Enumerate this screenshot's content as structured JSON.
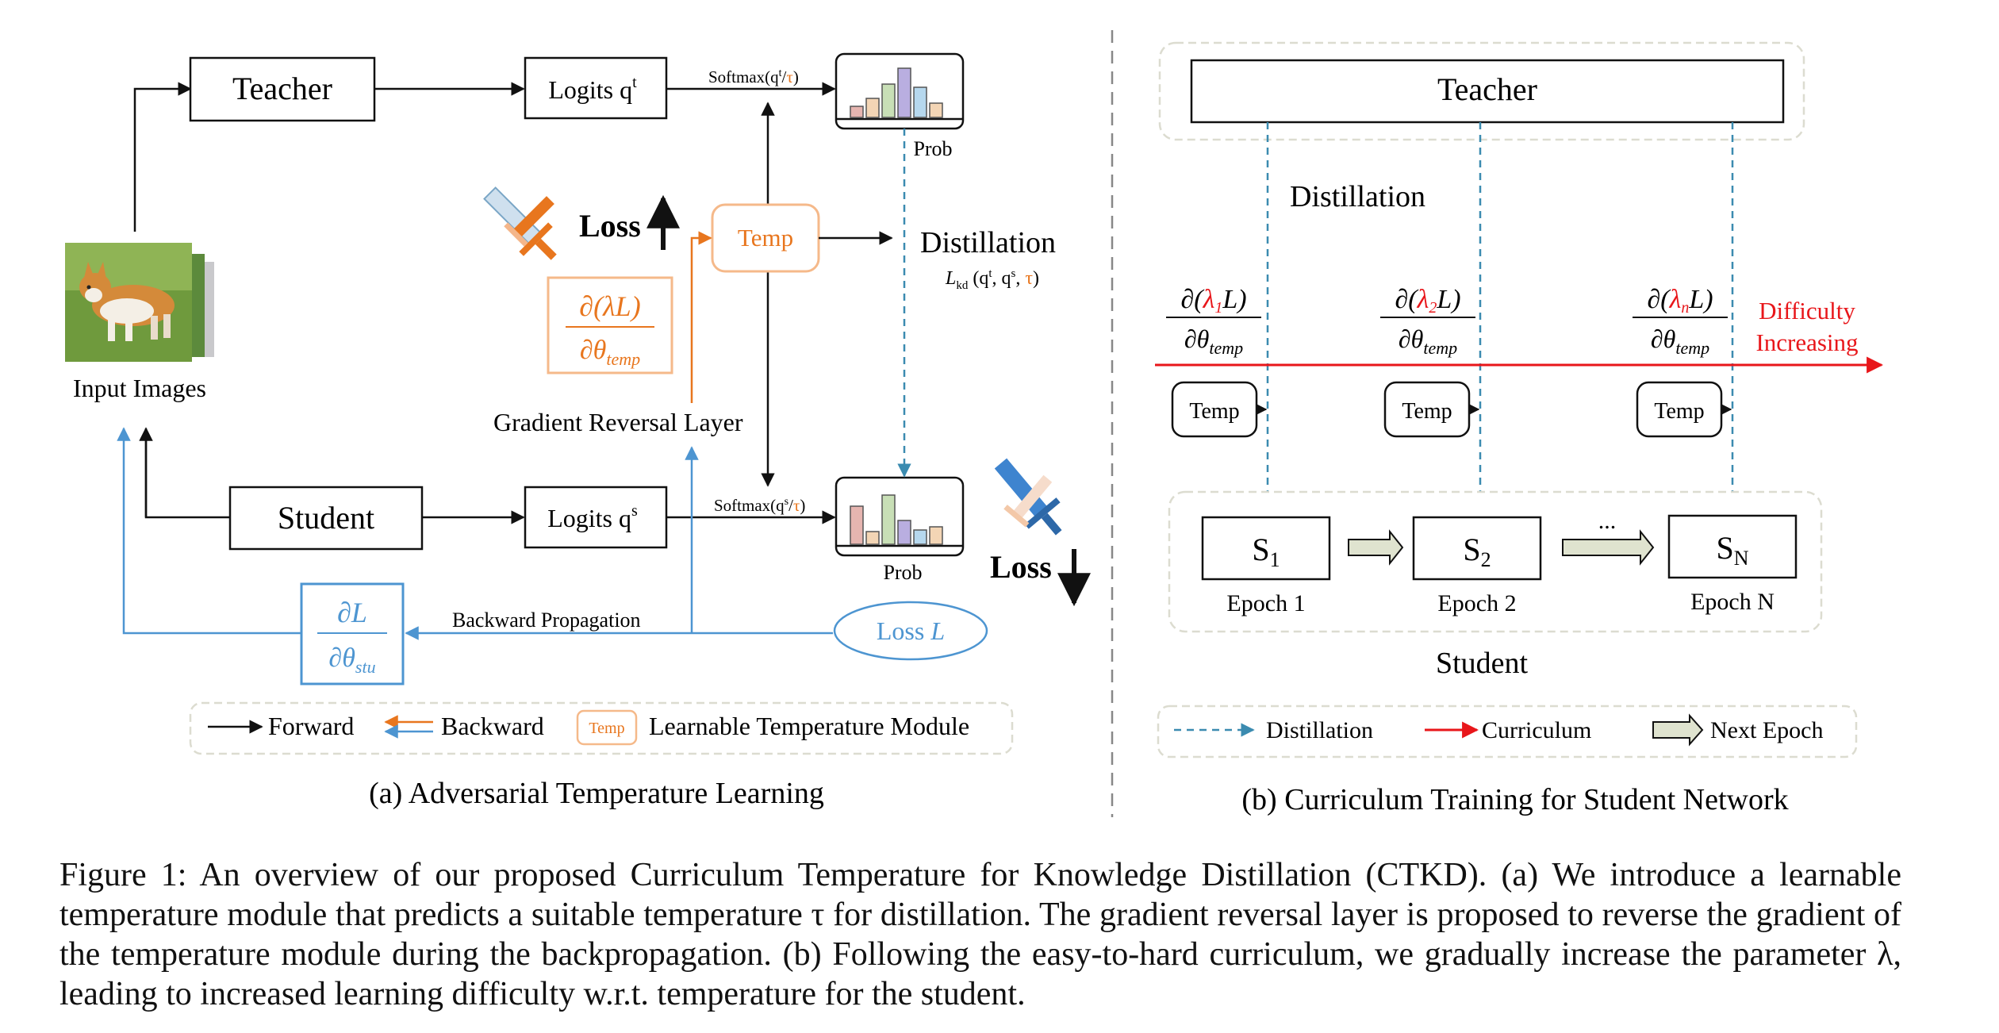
{
  "panel_a": {
    "teacher": "Teacher",
    "logits_t_label": "Logits q",
    "logits_t_sup": "t",
    "softmax_t_prefix": "Softmax(q",
    "softmax_t_sup": "t",
    "softmax_t_slash": "/",
    "softmax_tau": "τ",
    "softmax_close": ")",
    "prob_top": "Prob",
    "loss_up": "Loss",
    "temp": "Temp",
    "distillation": "Distillation",
    "lkd_L": "L",
    "lkd_sub": "kd",
    "lkd_args_open": " (q",
    "lkd_args_sup1": "t",
    "lkd_args_mid": ", q",
    "lkd_args_sup2": "s",
    "lkd_args_comma": ", ",
    "lkd_tau": "τ",
    "lkd_close": ")",
    "grad_lambda_num": "∂(λL)",
    "grad_lambda_den_a": "∂θ",
    "grad_lambda_den_sub": "temp",
    "input_images": "Input Images",
    "grl": "Gradient Reversal Layer",
    "student": "Student",
    "logits_s_label": "Logits q",
    "logits_s_sup": "s",
    "softmax_s_prefix": "Softmax(q",
    "softmax_s_sup": "s",
    "prob_bottom": "Prob",
    "loss_down": "Loss",
    "grad_stu_num": "∂L",
    "grad_stu_den_a": "∂θ",
    "grad_stu_den_sub": "stu",
    "backward_propagation": "Backward Propagation",
    "loss_L_a": "Loss ",
    "loss_L_b": "L",
    "legend_forward": "Forward",
    "legend_backward": "Backward",
    "legend_temp_box": "Temp",
    "legend_ltm": "Learnable Temperature Module",
    "subcaption": "(a) Adversarial Temperature Learning"
  },
  "panel_b": {
    "teacher": "Teacher",
    "distillation": "Distillation",
    "grads": [
      {
        "d": "∂(",
        "lam": "λ",
        "sub": "1",
        "rest": "L)",
        "den": "∂θ",
        "den_sub": "temp"
      },
      {
        "d": "∂(",
        "lam": "λ",
        "sub": "2",
        "rest": "L)",
        "den": "∂θ",
        "den_sub": "temp"
      },
      {
        "d": "∂(",
        "lam": "λ",
        "sub": "n",
        "rest": "L)",
        "den": "∂θ",
        "den_sub": "temp"
      }
    ],
    "difficulty_1": "Difficulty",
    "difficulty_2": "Increasing",
    "temps": [
      "Temp",
      "Temp",
      "Temp"
    ],
    "students": [
      {
        "s": "S",
        "sub": "1",
        "epoch": "Epoch 1"
      },
      {
        "s": "S",
        "sub": "2",
        "epoch": "Epoch 2"
      },
      {
        "s": "S",
        "sub": "N",
        "epoch": "Epoch N"
      }
    ],
    "ellipsis": "...",
    "student_label": "Student",
    "legend_distillation": "Distillation",
    "legend_curriculum": "Curriculum",
    "legend_next_epoch": "Next Epoch",
    "subcaption": "(b) Curriculum Training for Student Network"
  },
  "colors": {
    "orange": "#e8761e",
    "orange_light": "#f5b98a",
    "blue": "#4d95d1",
    "teal_dashed": "#3b8bb0",
    "red": "#e8161a",
    "dash_border": "#dcdcd0",
    "next_epoch_fill": "#dfe3cf"
  },
  "histogram_bar_colors": [
    "#e6b5b0",
    "#f3d5b5",
    "#c8dfb6",
    "#b9aee0",
    "#b6d8ee",
    "#f3d5b5"
  ],
  "caption": "Figure 1: An overview of our proposed Curriculum Temperature for Knowledge Distillation (CTKD). (a) We introduce a learnable temperature module that predicts a suitable temperature τ for distillation. The gradient reversal layer is proposed to reverse the gradient of the temperature module during the backpropagation. (b) Following the easy-to-hard curriculum, we gradually increase the parameter λ, leading to increased learning difficulty w.r.t. temperature for the student."
}
